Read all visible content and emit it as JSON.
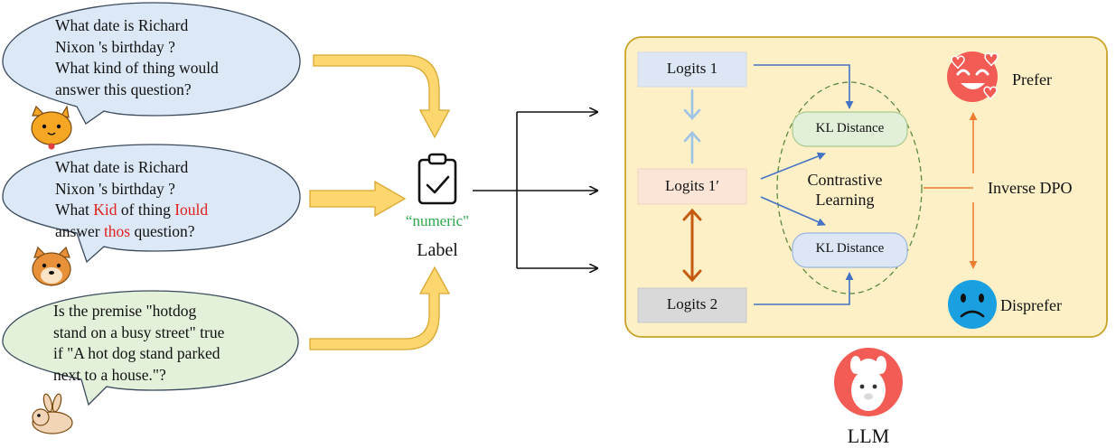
{
  "questions": [
    {
      "lines": [
        "What date is Richard",
        "Nixon 's birthday ?",
        "What kind of thing would",
        "answer this question?"
      ],
      "avatar_icon": "cat-icon",
      "bubble_color": "#dce8f5"
    },
    {
      "line1": "What date is Richard",
      "line2": "Nixon 's birthday ?",
      "line3_pre": "What ",
      "line3_red1": "Kid",
      "line3_mid": " of thing ",
      "line3_red2": "Iould",
      "line4_red": "thos",
      "line4_post": " question?",
      "avatar_icon": "dog-icon",
      "bubble_color": "#dce8f5"
    },
    {
      "lines": [
        "Is the premise \"hotdog",
        "stand on a busy street\" true",
        "if \"A hot dog stand parked",
        "next to a house.\"?"
      ],
      "avatar_icon": "rabbit-icon",
      "bubble_color": "#e3f0da"
    }
  ],
  "label": {
    "value": "“numeric\"",
    "title": "Label",
    "value_color": "#2aa84a",
    "icon": "clipboard-check-icon"
  },
  "panel": {
    "background": "#fdf0c6",
    "logits1": "Logits 1",
    "logits1p": "Logits 1′",
    "logits2": "Logits 2",
    "kl_top": "KL Distance",
    "kl_bottom": "KL Distance",
    "contrastive_line1": "Contrastive",
    "contrastive_line2": "Learning",
    "inverse_dpo": "Inverse DPO",
    "prefer": "Prefer",
    "disprefer": "Disprefer",
    "prefer_icon": "smiling-face-with-hearts-icon",
    "disprefer_icon": "sad-face-icon"
  },
  "llm": {
    "label": "LLM",
    "icon": "llama-icon"
  }
}
